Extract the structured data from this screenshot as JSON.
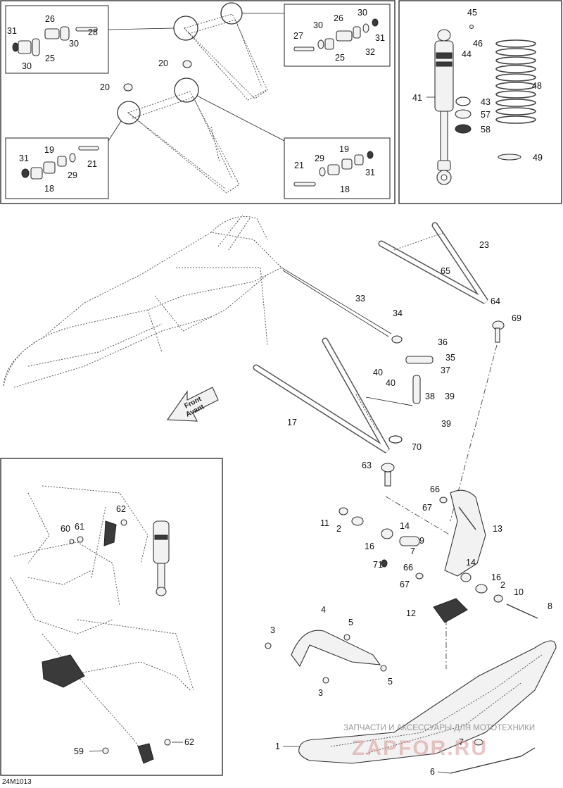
{
  "figure_ref": "24M1013",
  "front_arrow": {
    "line1": "Front",
    "line2": "Avant"
  },
  "watermark": {
    "line1": "ЗАПЧАСТИ И АКСЕССУАРЫ ДЛЯ МОТОТЕХНИКИ",
    "line2": "ZAPFOR.RU"
  },
  "callouts": {
    "c1": "1",
    "c2a": "2",
    "c2b": "2",
    "c3a": "3",
    "c3b": "3",
    "c4": "4",
    "c5a": "5",
    "c5b": "5",
    "c6": "6",
    "c7": "7",
    "c8": "8",
    "c9": "9",
    "c10": "10",
    "c11": "11",
    "c12": "12",
    "c13": "13",
    "c14a": "14",
    "c14b": "14",
    "c16a": "16",
    "c16b": "16",
    "c17": "17",
    "c18a": "18",
    "c18b": "18",
    "c19a": "19",
    "c19b": "19",
    "c20a": "20",
    "c20b": "20",
    "c21a": "21",
    "c21b": "21",
    "c23": "23",
    "c25a": "25",
    "c25b": "25",
    "c26a": "26",
    "c26b": "26",
    "c27": "27",
    "c28": "28",
    "c29a": "29",
    "c29b": "29",
    "c30a": "30",
    "c30b": "30",
    "c30c": "30",
    "c30d": "30",
    "c31a": "31",
    "c31b": "31",
    "c31c": "31",
    "c31d": "31",
    "c32": "32",
    "c33": "33",
    "c34": "34",
    "c35": "35",
    "c36": "36",
    "c37": "37",
    "c38": "38",
    "c39a": "39",
    "c39b": "39",
    "c40a": "40",
    "c40b": "40",
    "c41": "41",
    "c43": "43",
    "c44": "44",
    "c45": "45",
    "c46": "46",
    "c48": "48",
    "c49": "49",
    "c57": "57",
    "c58": "58",
    "c59": "59",
    "c60": "60",
    "c61": "61",
    "c62a": "62",
    "c62b": "62",
    "c63": "63",
    "c64": "64",
    "c65": "65",
    "c66a": "66",
    "c66b": "66",
    "c67a": "67",
    "c67b": "67",
    "c69": "69",
    "c70": "70",
    "c71": "71"
  }
}
